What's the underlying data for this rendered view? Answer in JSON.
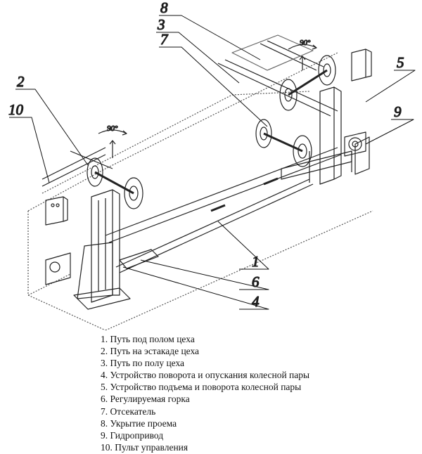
{
  "figure": {
    "callouts": [
      "1",
      "2",
      "3",
      "4",
      "5",
      "6",
      "7",
      "8",
      "9",
      "10"
    ],
    "rotation_marks": [
      "90°",
      "90°"
    ]
  },
  "legend": [
    "1. Путь под полом цеха",
    "2. Путь на эстакаде цеха",
    "3. Путь по полу цеха",
    "4. Устройство поворота и опускания колесной пары",
    "5. Устройство подъема и поворота колесной пары",
    "6. Регулируемая горка",
    "7. Отсекатель",
    "8. Укрытие проема",
    "9. Гидропривод",
    "10. Пульт управления"
  ]
}
